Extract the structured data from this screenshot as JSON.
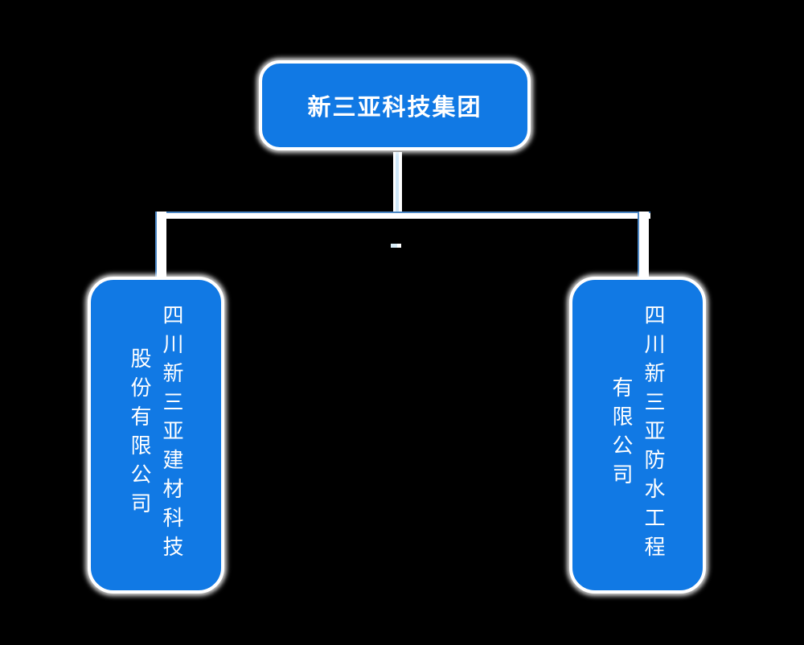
{
  "diagram": {
    "type": "org-chart",
    "colors": {
      "background": "#000000",
      "node_fill": "#1179e4",
      "node_border": "#ffffff",
      "text": "#ffffff",
      "connector_main": "#ffffff",
      "connector_accent": "#4a86c4"
    },
    "root": {
      "label": "新三亚科技集团"
    },
    "children": [
      {
        "label": "四川新三亚建材科技股份有限公司"
      },
      {
        "label": "四川新三亚防水工程有限公司"
      }
    ]
  }
}
